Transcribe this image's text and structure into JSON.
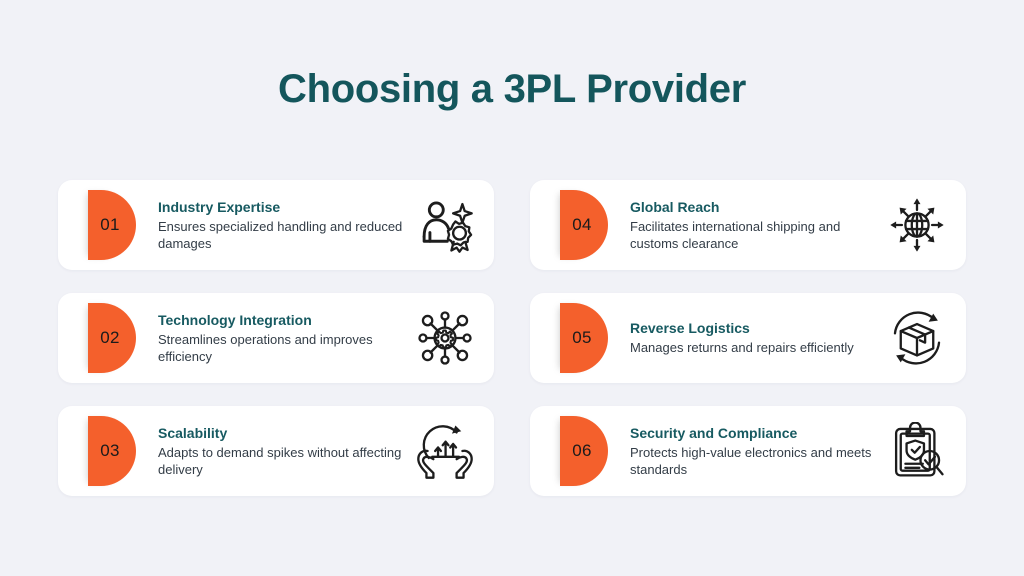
{
  "page": {
    "title": "Choosing a 3PL Provider",
    "background_color": "#f1f2f7",
    "title_color": "#14565c",
    "accent_color": "#f4602c",
    "card_background": "#ffffff",
    "heading_color": "#175a61",
    "body_color": "#333d47"
  },
  "cards": [
    {
      "number": "01",
      "title": "Industry Expertise",
      "description": "Ensures specialized handling and reduced damages",
      "icon": "person-award-sparkle-icon"
    },
    {
      "number": "02",
      "title": "Technology Integration",
      "description": "Streamlines operations and improves efficiency",
      "icon": "gear-network-hub-icon"
    },
    {
      "number": "03",
      "title": "Scalability",
      "description": "Adapts to demand spikes without affecting delivery",
      "icon": "hands-growth-chart-icon"
    },
    {
      "number": "04",
      "title": "Global Reach",
      "description": "Facilitates international shipping and customs clearance",
      "icon": "globe-arrows-icon"
    },
    {
      "number": "05",
      "title": "Reverse Logistics",
      "description": "Manages returns and repairs efficiently",
      "icon": "box-return-cycle-icon"
    },
    {
      "number": "06",
      "title": "Security and Compliance",
      "description": "Protects high-value electronics and meets standards",
      "icon": "clipboard-shield-magnifier-icon"
    }
  ]
}
